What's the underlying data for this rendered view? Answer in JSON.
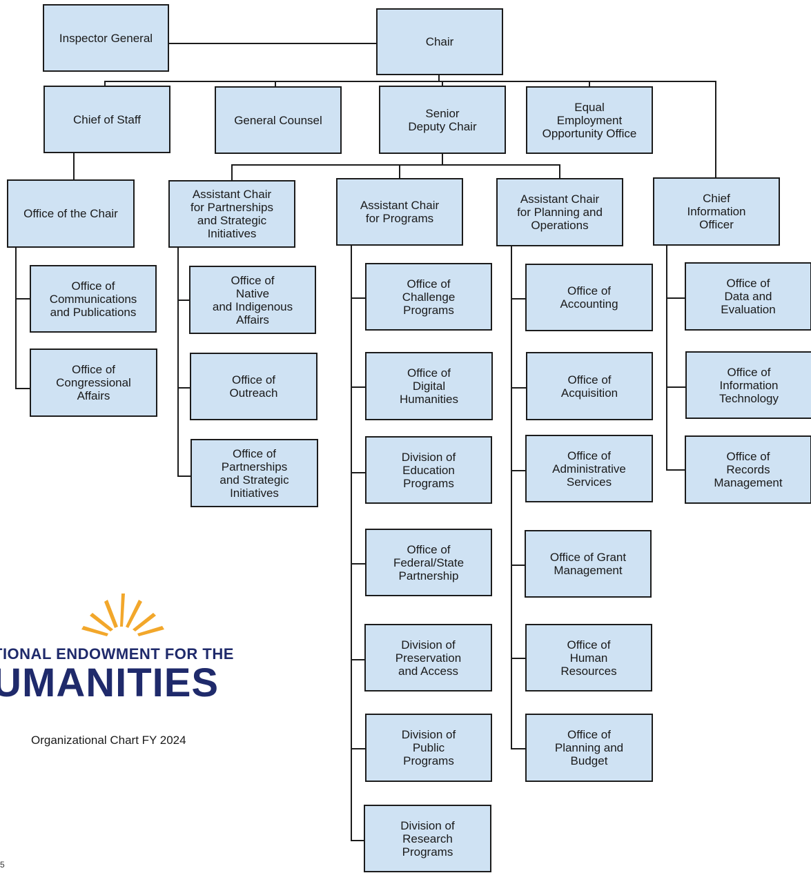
{
  "org": {
    "name_top": "TIONAL ENDOWMENT FOR THE",
    "name_main": "IUMANITIES",
    "subtitle": "Organizational Chart FY 2024",
    "page_number": "5"
  },
  "colors": {
    "box_fill": "#cfe2f3",
    "line": "#1b1b1b",
    "brand_navy": "#1f2a6b",
    "brand_gold": "#f2a72b"
  },
  "units": {
    "inspector_general": "Inspector General",
    "chair": "Chair",
    "chief_of_staff": "Chief of Staff",
    "general_counsel": "General Counsel",
    "senior_deputy_chair": "Senior\nDeputy Chair",
    "eeo_office": "Equal\nEmployment\nOpportunity Office",
    "office_of_the_chair": "Office of the Chair",
    "ac_partnerships": "Assistant Chair\nfor Partnerships\nand Strategic\nInitiatives",
    "ac_programs": "Assistant Chair\nfor Programs",
    "ac_planning": "Assistant Chair\nfor Planning and\nOperations",
    "cio": "Chief\nInformation\nOfficer",
    "comm_pubs": "Office of\nCommunications\nand Publications",
    "congressional": "Office of\nCongressional\nAffairs",
    "native_indigenous": "Office of\nNative\nand Indigenous\nAffairs",
    "outreach": "Office of\nOutreach",
    "partnerships_strategic": "Office of\nPartnerships\nand Strategic\nInitiatives",
    "challenge_programs": "Office of\nChallenge\nPrograms",
    "digital_humanities": "Office of\nDigital\nHumanities",
    "education_programs": "Division of\nEducation\nPrograms",
    "federal_state": "Office of\nFederal/State\nPartnership",
    "preservation_access": "Division of\nPreservation\nand Access",
    "public_programs": "Division of\nPublic\nPrograms",
    "research_programs": "Division of\nResearch\nPrograms",
    "accounting": "Office of\nAccounting",
    "acquisition": "Office of\nAcquisition",
    "admin_services": "Office of\nAdministrative\nServices",
    "grant_management": "Office of Grant\nManagement",
    "human_resources": "Office of\nHuman\nResources",
    "planning_budget": "Office of\nPlanning and\nBudget",
    "data_evaluation": "Office of\nData and\nEvaluation",
    "info_technology": "Office of\nInformation\nTechnology",
    "records_management": "Office of\nRecords\nManagement"
  }
}
